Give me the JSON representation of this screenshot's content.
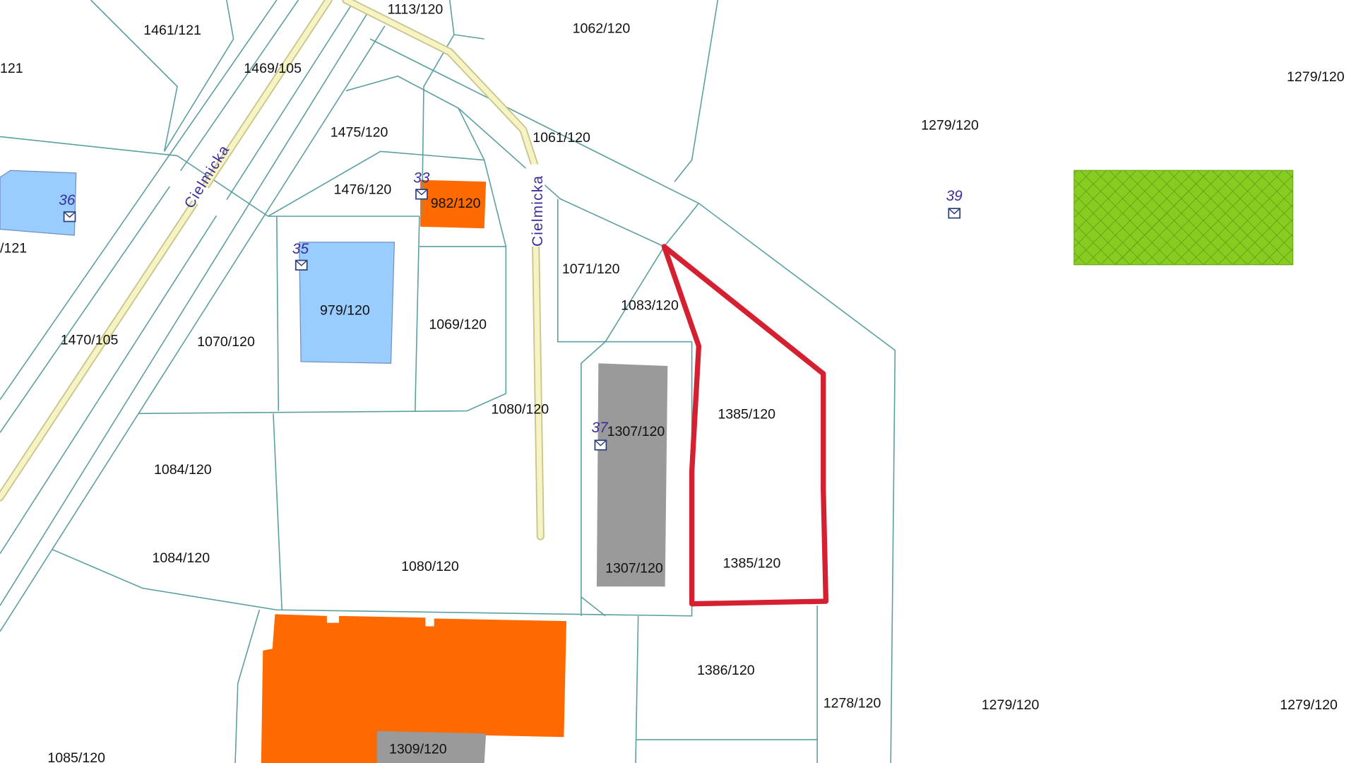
{
  "map": {
    "streets": [
      "Cielmicka",
      "Cielmicka"
    ],
    "parcels": [
      "1461/121",
      "1469/105",
      "1113/120",
      "1062/120",
      "1279/120",
      "121",
      "1475/120",
      "1061/120",
      "1279/120",
      "1476/120",
      "982/120",
      "/121",
      "1071/120",
      "1083/120",
      "979/120",
      "1069/120",
      "1470/105",
      "1070/120",
      "1385/120",
      "1080/120",
      "1307/120",
      "1084/120",
      "1084/120",
      "1080/120",
      "1307/120",
      "1385/120",
      "1386/120",
      "1278/120",
      "1279/120",
      "1279/120",
      "1085/120",
      "1309/120"
    ],
    "addresses": [
      "36",
      "33",
      "35",
      "37",
      "39"
    ],
    "colors": {
      "parcel_line": "#5b9fa0",
      "selected_outline": "#d42030",
      "residential": "#99ccff",
      "commercial": "#ff6a00",
      "utility": "#9a9a9a",
      "green_area": "#88cc22"
    }
  }
}
